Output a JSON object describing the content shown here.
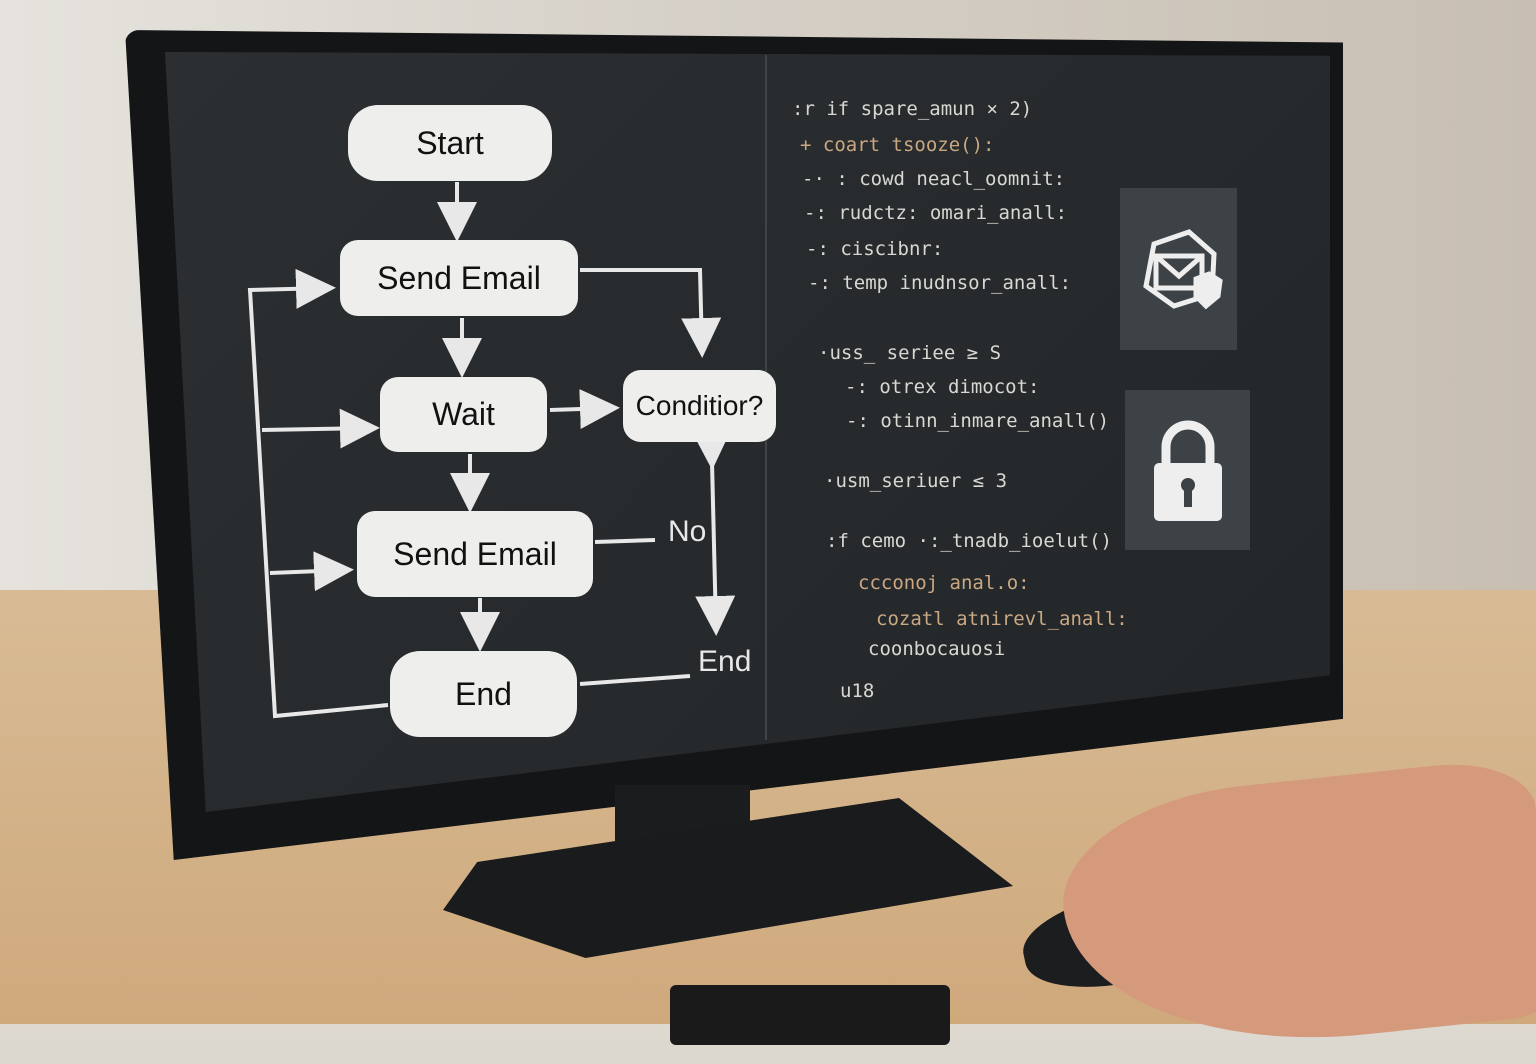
{
  "flowchart": {
    "nodes": {
      "start": "Start",
      "send_email_1": "Send Email",
      "wait": "Wait",
      "condition": "Conditior?",
      "send_email_2": "Send Email",
      "end": "End"
    },
    "labels": {
      "no": "No",
      "end": "End"
    }
  },
  "code_lines": [
    ":r if spare_amun × 2)",
    "+ coart tsooze():",
    "-· : cowd neacl_oomnit:",
    "-: rudctz: omari_anall:",
    "-: ciscibnr:",
    "-: temp inudnsor_anall:",
    "·uss_ seriee ≥ S",
    "-: otrex dimocot:",
    "-: otinn_inmare_anall()",
    "·usm_seriuer ≤ 3",
    ":f cemo ·:_tnadb_ioelut()",
    "ccconoj anal.o:",
    "cozatl atnirevl_anall:",
    "coonbocauosi",
    "u18"
  ],
  "icons": [
    "envelope-shield-icon",
    "lock-icon"
  ],
  "colors": {
    "screen": "#262a2c",
    "node": "#eeeeec",
    "code": "#d8d8d2",
    "code_accent": "#c9a883"
  }
}
